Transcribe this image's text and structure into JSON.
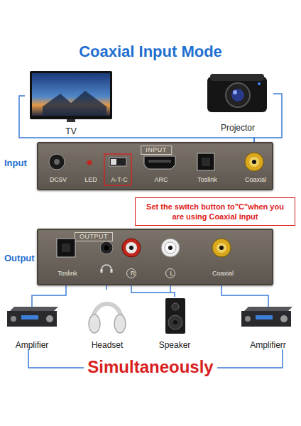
{
  "diagram": {
    "title": "Coaxial Input Mode",
    "nodes": [
      {
        "text": [
          "TV"
        ]
      },
      {
        "text": [
          "Projector"
        ]
      },
      {
        "text": [
          "INPUT",
          "DC5V",
          "LED",
          "A-T-C",
          "ARC",
          "Toslink",
          "Coaxial"
        ]
      },
      {
        "text": [
          "Set the switch button to\"C\"when you are using Coaxial input"
        ]
      },
      {
        "text": [
          "OUTPUT",
          "Toslink",
          "R",
          "L",
          "Coaxial"
        ]
      },
      {
        "text": [
          "Amplifier"
        ]
      },
      {
        "text": [
          "Headset"
        ]
      },
      {
        "text": [
          "Speaker"
        ]
      },
      {
        "text": [
          "Amplifierr"
        ]
      }
    ],
    "edges": [
      {
        "from": 0,
        "to": 2,
        "arrow": "none"
      },
      {
        "from": 1,
        "to": 2,
        "arrow": "none"
      },
      {
        "from": 4,
        "to": 5,
        "arrow": "none"
      },
      {
        "from": 4,
        "to": 6,
        "arrow": "none"
      },
      {
        "from": 4,
        "to": 7,
        "arrow": "none"
      },
      {
        "from": 4,
        "to": 8,
        "arrow": "none"
      }
    ],
    "labels": [
      "Input",
      "Output",
      "Simultaneously"
    ]
  }
}
